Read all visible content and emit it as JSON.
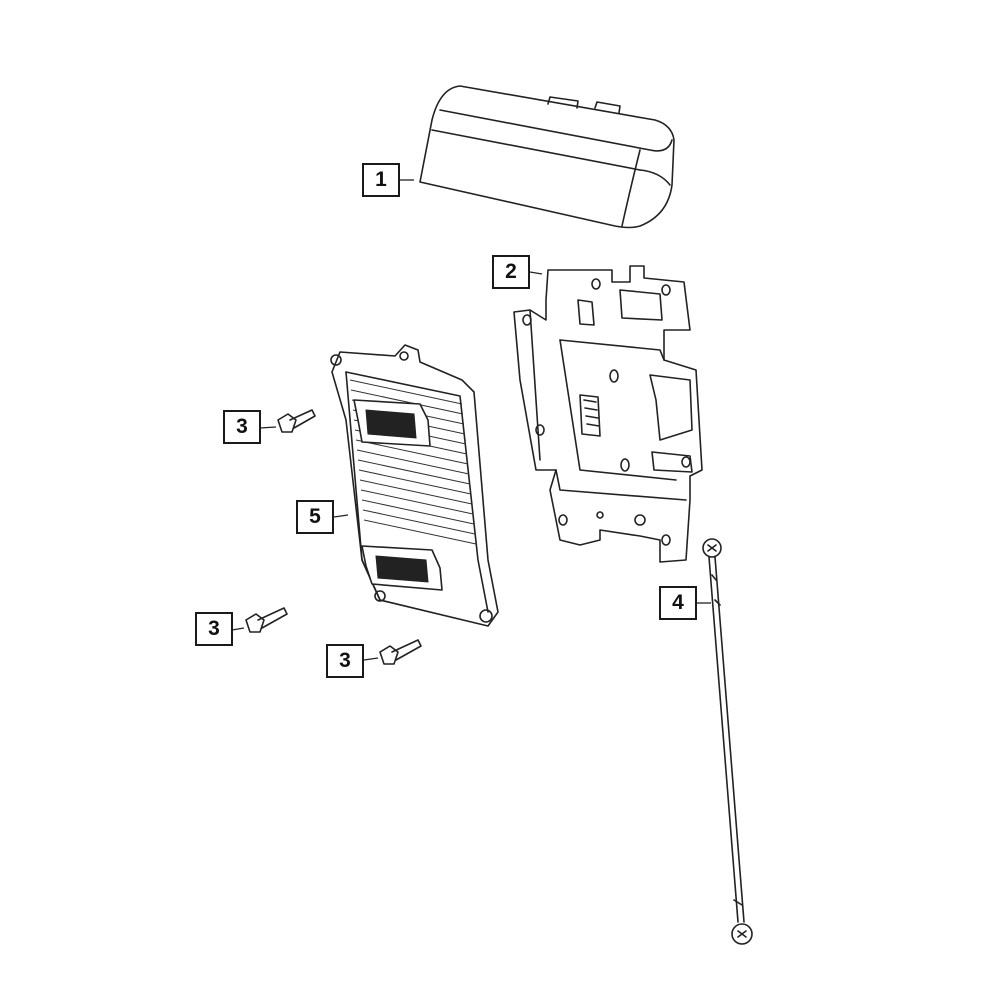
{
  "callouts": {
    "c1": "1",
    "c2": "2",
    "c3a": "3",
    "c3b": "3",
    "c3c": "3",
    "c4": "4",
    "c5": "5"
  },
  "colors": {
    "line": "#222222",
    "background": "#ffffff"
  }
}
